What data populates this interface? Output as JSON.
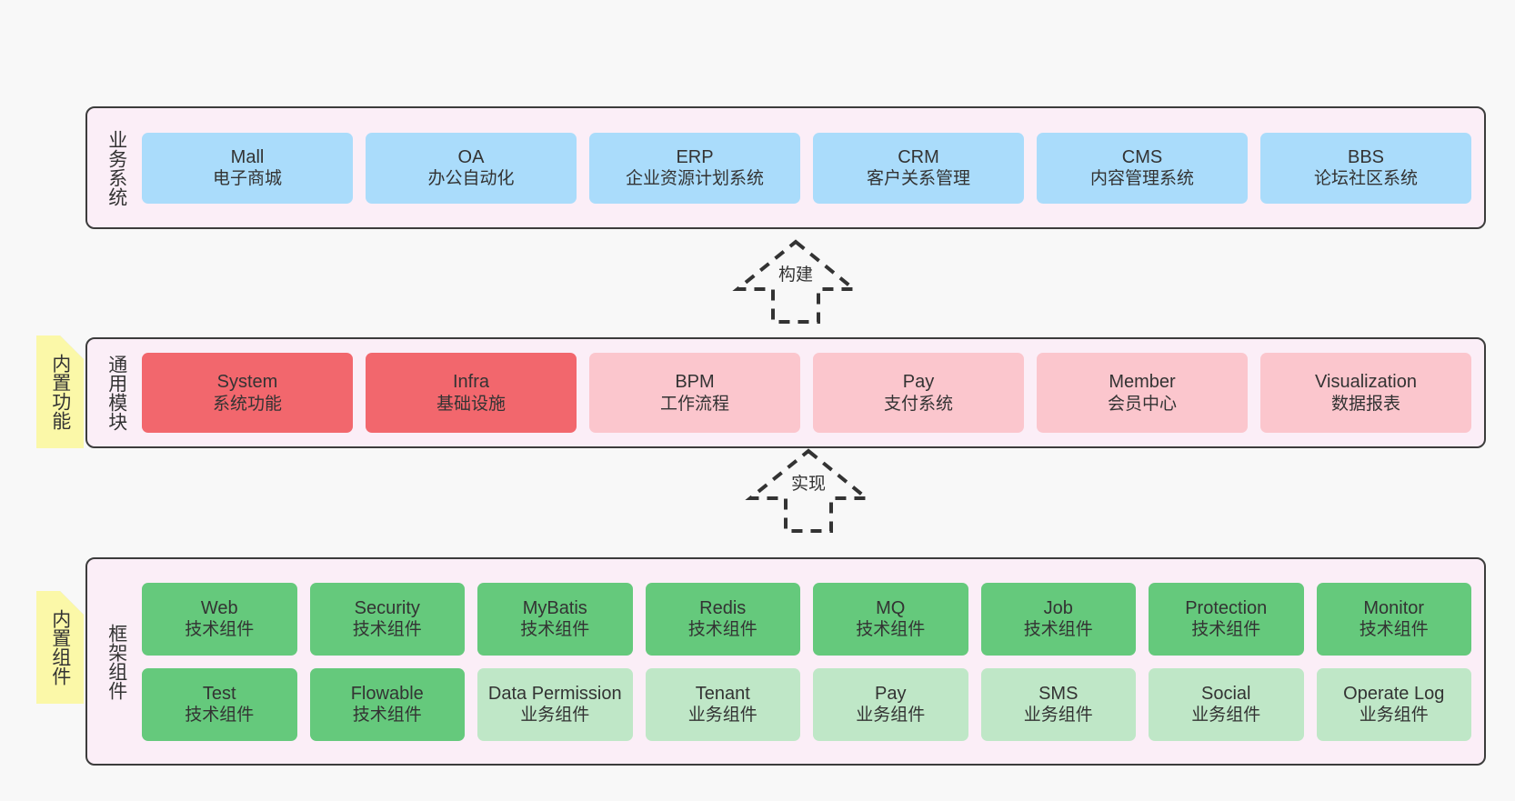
{
  "diagram": {
    "background": "#f8f8f8",
    "band_fill": "#fbeef7",
    "band_border": "#3c3c3c",
    "note_fill": "#fbf8a8"
  },
  "layers": [
    {
      "label": "业务系统",
      "items": [
        {
          "title": "Mall",
          "subtitle": "电子商城",
          "color": "#aadcfb"
        },
        {
          "title": "OA",
          "subtitle": "办公自动化",
          "color": "#aadcfb"
        },
        {
          "title": "ERP",
          "subtitle": "企业资源计划系统",
          "color": "#aadcfb"
        },
        {
          "title": "CRM",
          "subtitle": "客户关系管理",
          "color": "#aadcfb"
        },
        {
          "title": "CMS",
          "subtitle": "内容管理系统",
          "color": "#aadcfb"
        },
        {
          "title": "BBS",
          "subtitle": "论坛社区系统",
          "color": "#aadcfb"
        }
      ]
    },
    {
      "label": "通用模块",
      "note": "内置功能",
      "items": [
        {
          "title": "System",
          "subtitle": "系统功能",
          "color": "#f2676d"
        },
        {
          "title": "Infra",
          "subtitle": "基础设施",
          "color": "#f2676d"
        },
        {
          "title": "BPM",
          "subtitle": "工作流程",
          "color": "#fbc6cd"
        },
        {
          "title": "Pay",
          "subtitle": "支付系统",
          "color": "#fbc6cd"
        },
        {
          "title": "Member",
          "subtitle": "会员中心",
          "color": "#fbc6cd"
        },
        {
          "title": "Visualization",
          "subtitle": "数据报表",
          "color": "#fbc6cd"
        }
      ]
    },
    {
      "label": "框架组件",
      "note": "内置组件",
      "row1": [
        {
          "title": "Web",
          "subtitle": "技术组件",
          "color": "#65c97c"
        },
        {
          "title": "Security",
          "subtitle": "技术组件",
          "color": "#65c97c"
        },
        {
          "title": "MyBatis",
          "subtitle": "技术组件",
          "color": "#65c97c"
        },
        {
          "title": "Redis",
          "subtitle": "技术组件",
          "color": "#65c97c"
        },
        {
          "title": "MQ",
          "subtitle": "技术组件",
          "color": "#65c97c"
        },
        {
          "title": "Job",
          "subtitle": "技术组件",
          "color": "#65c97c"
        },
        {
          "title": "Protection",
          "subtitle": "技术组件",
          "color": "#65c97c"
        },
        {
          "title": "Monitor",
          "subtitle": "技术组件",
          "color": "#65c97c"
        }
      ],
      "row2": [
        {
          "title": "Test",
          "subtitle": "技术组件",
          "color": "#65c97c"
        },
        {
          "title": "Flowable",
          "subtitle": "技术组件",
          "color": "#65c97c"
        },
        {
          "title": "Data Permission",
          "subtitle": "业务组件",
          "color": "#bfe7c7"
        },
        {
          "title": "Tenant",
          "subtitle": "业务组件",
          "color": "#bfe7c7"
        },
        {
          "title": "Pay",
          "subtitle": "业务组件",
          "color": "#bfe7c7"
        },
        {
          "title": "SMS",
          "subtitle": "业务组件",
          "color": "#bfe7c7"
        },
        {
          "title": "Social",
          "subtitle": "业务组件",
          "color": "#bfe7c7"
        },
        {
          "title": "Operate Log",
          "subtitle": "业务组件",
          "color": "#bfe7c7"
        }
      ]
    }
  ],
  "connectors": [
    {
      "label": "构建"
    },
    {
      "label": "实现"
    }
  ]
}
